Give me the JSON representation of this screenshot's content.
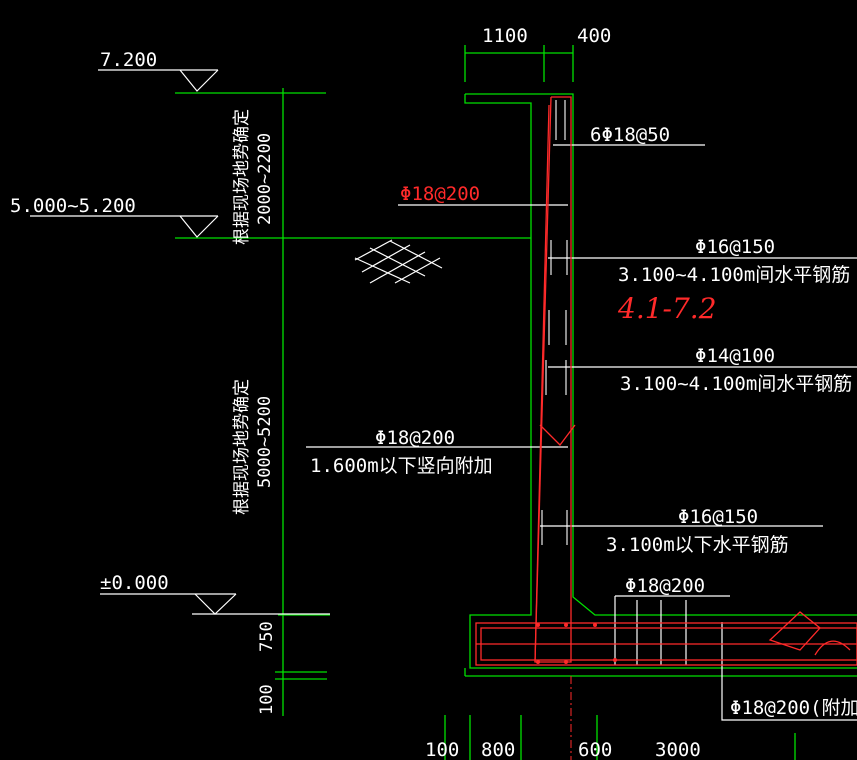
{
  "colors": {
    "background": "#000000",
    "text": "#ffffff",
    "dimension": "#00e000",
    "rebar": "#ff2a2a",
    "annotation": "#ff2a2a"
  },
  "dimensions": {
    "top_left": "1100",
    "top_right": "400",
    "left_750": "750",
    "left_100": "100",
    "bottom": [
      "100",
      "800",
      "600",
      "3000"
    ]
  },
  "elevations": {
    "top": "7.200",
    "middle": "5.000~5.200",
    "ground": "±0.000"
  },
  "vertical_notes": {
    "upper_line1": "根据现场地势确定",
    "upper_line2": "2000~2200",
    "lower_line1": "根据现场地势确定",
    "lower_line2": "5000~5200"
  },
  "rebar_labels": {
    "top_bar": "6Φ18@50",
    "red_vertical": "Φ18@200",
    "h1_spec": "Φ16@150",
    "h1_note": "3.100~4.100m间水平钢筋",
    "handwritten": "4.1-7.2",
    "h2_spec": "Φ14@100",
    "h2_note": "3.100~4.100m间水平钢筋",
    "v_add_spec": "Φ18@200",
    "v_add_note": "1.600m以下竖向附加",
    "h3_spec": "Φ16@150",
    "h3_note": "3.100m以下水平钢筋",
    "footing_spec": "Φ18@200",
    "footing_add": "Φ18@200(附加"
  }
}
